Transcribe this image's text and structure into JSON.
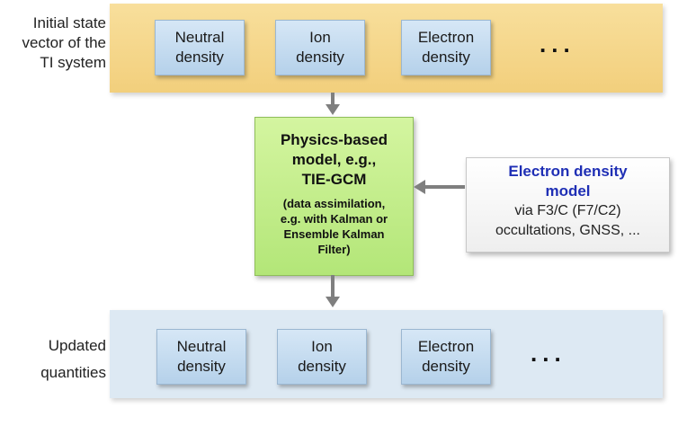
{
  "initial_state": {
    "label": "Initial state\nvector of the\nTI system",
    "cells": [
      "Neutral\ndensity",
      "Ion\ndensity",
      "Electron\ndensity"
    ],
    "ellipsis": "..."
  },
  "model": {
    "title": "Physics-based\nmodel, e.g.,\nTIE-GCM",
    "subtitle": "(data assimilation,\ne.g. with Kalman or\nEnsemble Kalman\nFilter)"
  },
  "electron_density_model": {
    "title": "Electron density\nmodel",
    "subtitle": "via F3/C (F7/C2)\noccultations, GNSS, ..."
  },
  "updated": {
    "label": "Updated\nquantities",
    "cells": [
      "Neutral\ndensity",
      "Ion\ndensity",
      "Electron\ndensity"
    ],
    "ellipsis": "..."
  },
  "colors": {
    "top_band": "#f2cf7c",
    "bottom_band": "#dde9f3",
    "cell": "#b5d1ea",
    "model": "#b3e678",
    "edm_title": "#1f2fb5",
    "arrow": "#7f7f7f"
  }
}
